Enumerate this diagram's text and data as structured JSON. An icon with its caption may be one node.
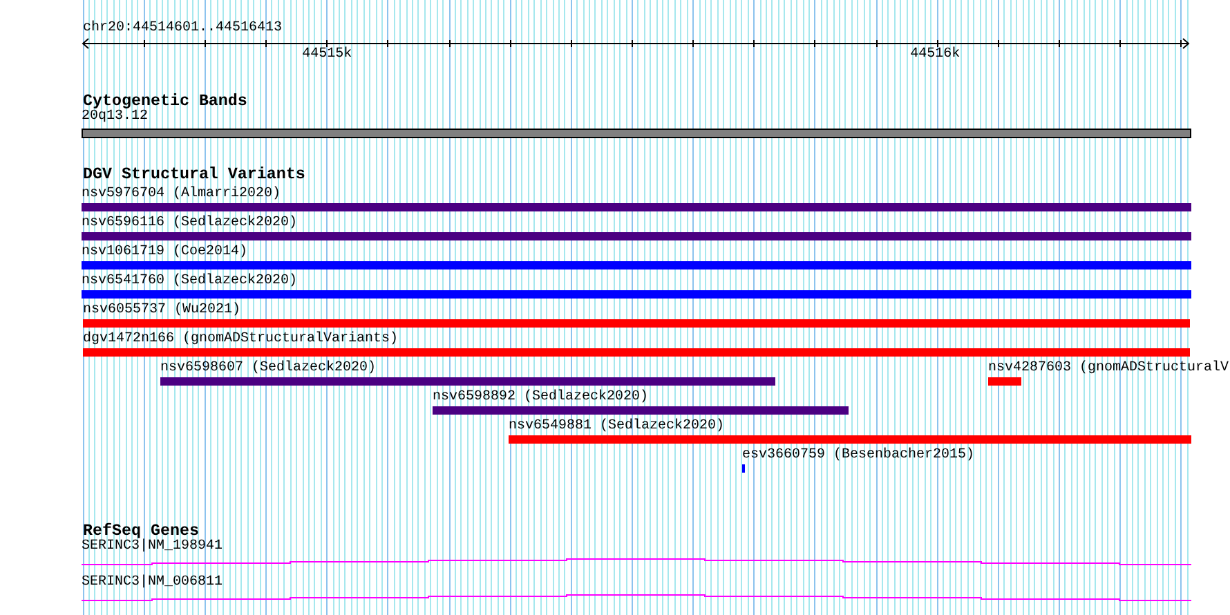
{
  "diagram": {
    "nodes": [
      {
        "text": [
          "20q13.12"
        ]
      },
      {
        "text": [
          "nsv5976704 (Almarri2020)"
        ]
      },
      {
        "text": [
          "nsv6596116 (Sedlazeck2020)"
        ]
      },
      {
        "text": [
          "nsv1061719 (Coe2014)"
        ]
      },
      {
        "text": [
          "nsv6541760 (Sedlazeck2020)"
        ]
      },
      {
        "text": [
          "nsv6055737 (Wu2021)"
        ]
      },
      {
        "text": [
          "dgv1472n166 (gnomADStructuralVariants)"
        ]
      },
      {
        "text": [
          "nsv6598607 (Sedlazeck2020)"
        ]
      },
      {
        "text": [
          "nsv4287603 (gnomADStructuralV"
        ]
      },
      {
        "text": [
          "nsv6598892 (Sedlazeck2020)"
        ]
      },
      {
        "text": [
          "nsv6549881 (Sedlazeck2020)"
        ]
      },
      {
        "text": [
          "esv3660759 (Besenbacher2015)"
        ]
      },
      {
        "text": [
          "SERINC3|NM_198941"
        ]
      },
      {
        "text": [
          "SERINC3|NM_006811"
        ]
      }
    ],
    "labels": [
      "chr20:44514601..44516413",
      "44515k",
      "44516k",
      "Cytogenetic Bands",
      "DGV Structural Variants",
      "RefSeq Genes"
    ]
  }
}
